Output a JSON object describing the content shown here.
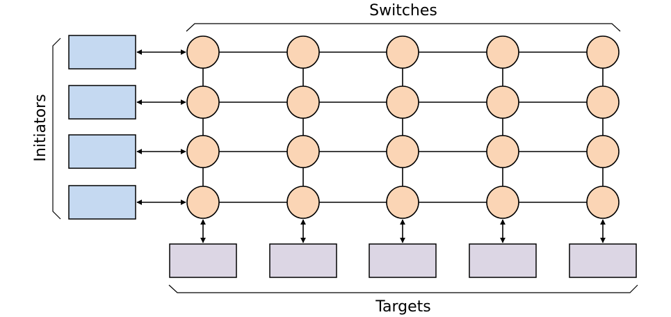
{
  "labels": {
    "top": "Switches",
    "left": "Initiators",
    "bottom": "Targets"
  },
  "grid": {
    "rows": 4,
    "cols": 5
  },
  "initiators": {
    "count": 4
  },
  "targets": {
    "count": 5
  },
  "colors": {
    "switch_fill": "#fbd5b5",
    "switch_stroke": "#000000",
    "initiator_fill": "#c5d9f1",
    "target_fill": "#dcd6e4",
    "line": "#000000"
  }
}
